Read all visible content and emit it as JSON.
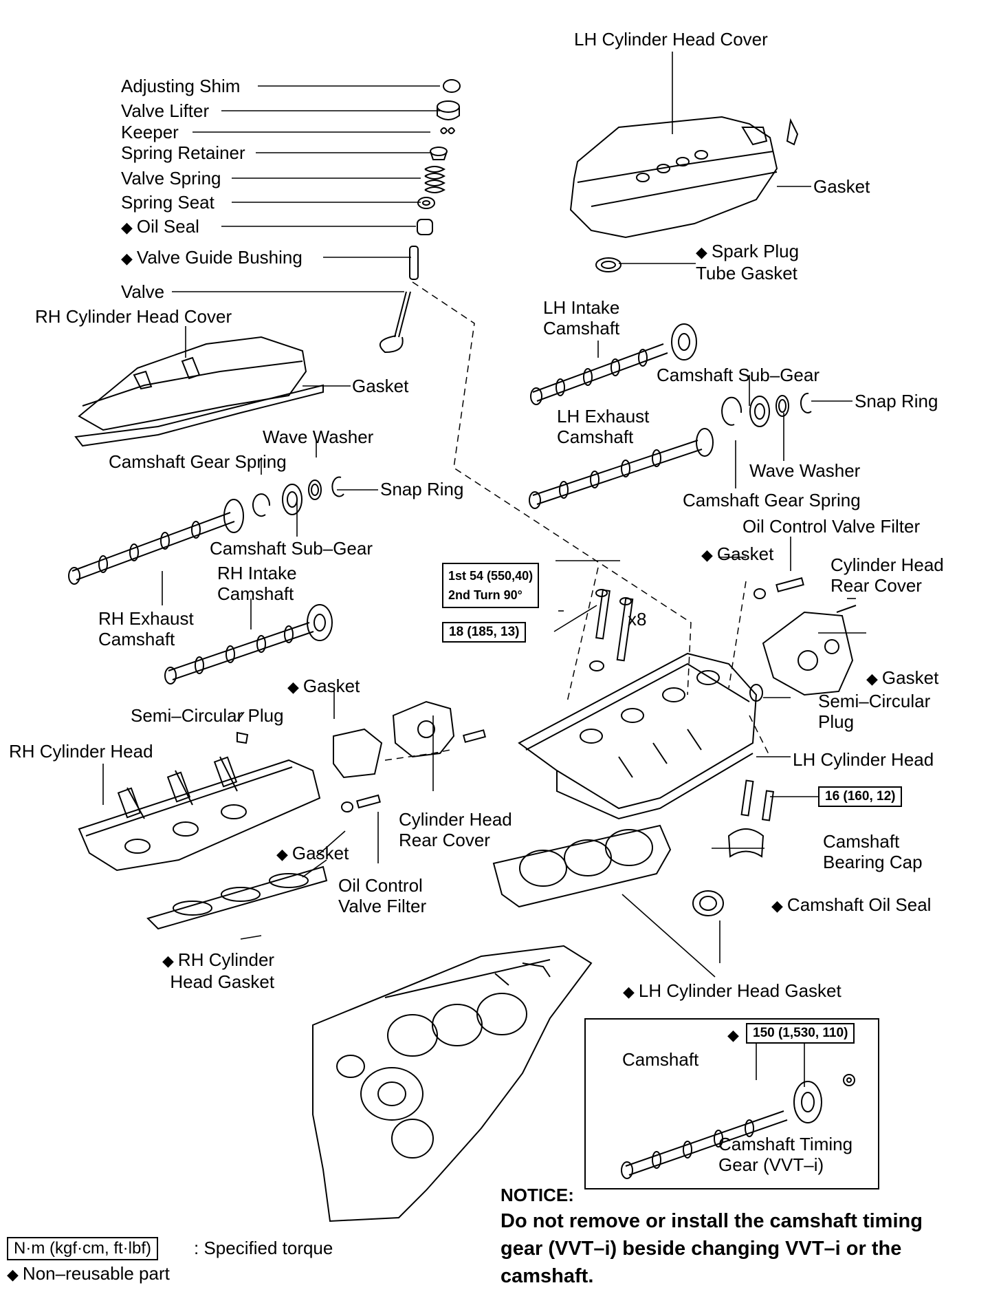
{
  "labels": {
    "lh_cyl_head_cover": "LH Cylinder Head Cover",
    "adjusting_shim": "Adjusting Shim",
    "valve_lifter": "Valve Lifter",
    "keeper": "Keeper",
    "spring_retainer": "Spring Retainer",
    "valve_spring": "Valve Spring",
    "spring_seat": "Spring Seat",
    "oil_seal": "Oil Seal",
    "valve_guide_bushing": "Valve Guide Bushing",
    "valve": "Valve",
    "rh_cyl_head_cover": "RH Cylinder Head Cover",
    "gasket_top_right": "Gasket",
    "spark_plug_tube_gasket": "Spark Plug\nTube Gasket",
    "gasket_rh_cover": "Gasket",
    "lh_intake_camshaft": "LH Intake\nCamshaft",
    "camshaft_sub_gear_lh": "Camshaft Sub–Gear",
    "snap_ring_lh": "Snap Ring",
    "lh_exhaust_camshaft": "LH Exhaust\nCamshaft",
    "wave_washer_lh": "Wave Washer",
    "camshaft_gear_spring_lh": "Camshaft Gear Spring",
    "wave_washer_rh": "Wave Washer",
    "camshaft_gear_spring_rh": "Camshaft Gear Spring",
    "snap_ring_rh": "Snap Ring",
    "camshaft_sub_gear_rh": "Camshaft Sub–Gear",
    "rh_intake_camshaft": "RH Intake\nCamshaft",
    "rh_exhaust_camshaft": "RH Exhaust\nCamshaft",
    "oil_control_valve_filter_lh": "Oil Control Valve Filter",
    "gasket_ocv_lh": "Gasket",
    "cyl_head_rear_cover_lh": "Cylinder Head\nRear Cover",
    "gasket_rear_cover_lh": "Gasket",
    "semi_circular_plug_lh": "Semi–Circular\nPlug",
    "lh_cylinder_head": "LH Cylinder Head",
    "camshaft_bearing_cap": "Camshaft\nBearing Cap",
    "camshaft_oil_seal": "Camshaft Oil Seal",
    "lh_cylinder_head_gasket": "LH Cylinder Head Gasket",
    "gasket_rear_cover_rh": "Gasket",
    "semi_circular_plug_rh": "Semi–Circular Plug",
    "rh_cylinder_head": "RH Cylinder Head",
    "cyl_head_rear_cover_rh": "Cylinder Head\nRear Cover",
    "gasket_ocv_rh": "Gasket",
    "oil_control_valve_filter_rh": "Oil Control\nValve Filter",
    "rh_cylinder_head_gasket": "RH Cylinder\nHead Gasket",
    "x8": "x8",
    "inset_camshaft": "Camshaft",
    "inset_timing_gear": "Camshaft Timing\nGear (VVT–i)"
  },
  "diamond": "◆",
  "torque": {
    "bolt_two_step": "1st 54 (550,40)\n2nd Turn 90°",
    "bolt_18": "18 (185, 13)",
    "bearing_cap_16": "16 (160, 12)",
    "timing_gear_150": "150 (1,530, 110)"
  },
  "notice": {
    "heading": "NOTICE:",
    "body": "Do not remove or install the camshaft timing\ngear (VVT–i) beside changing VVT–i or the\ncamshaft."
  },
  "legend": {
    "unit_box": "N·m (kgf·cm, ft·lbf)",
    "unit_desc": ": Specified torque",
    "nonreusable": "Non–reusable part"
  }
}
